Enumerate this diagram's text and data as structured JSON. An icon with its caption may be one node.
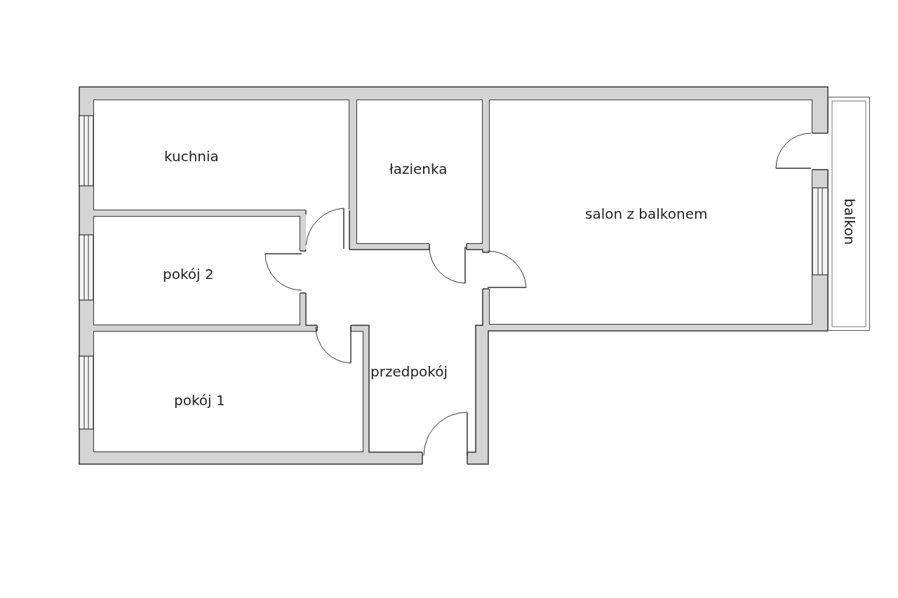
{
  "diagram": {
    "nodes": [
      {
        "text": [
          "kuchnia"
        ]
      },
      {
        "text": [
          "łazienka"
        ]
      },
      {
        "text": [
          "salon z balkonem"
        ]
      },
      {
        "text": [
          "balkon"
        ]
      },
      {
        "text": [
          "pokój 2"
        ]
      },
      {
        "text": [
          "przedpokój"
        ]
      },
      {
        "text": [
          "pokój 1"
        ]
      }
    ]
  }
}
